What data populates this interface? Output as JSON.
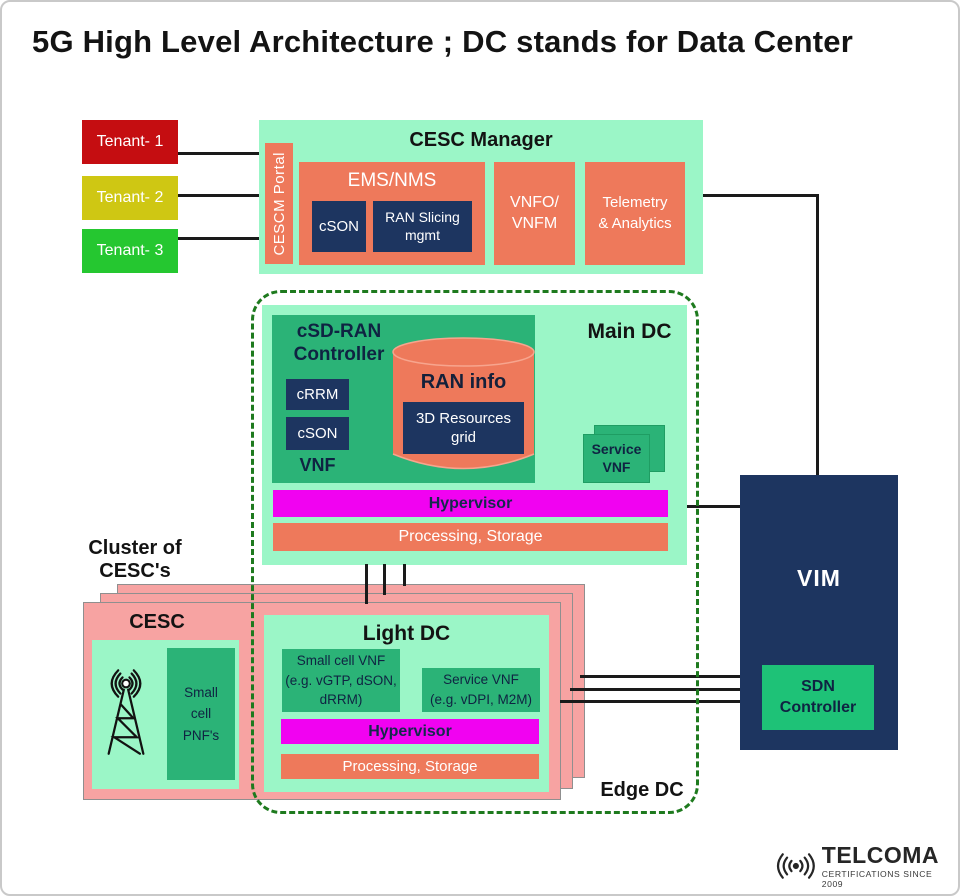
{
  "title": "5G High Level Architecture ; DC stands for Data Center",
  "colors": {
    "panel_mint": "#9bf6c7",
    "orange": "#ee795b",
    "navy": "#1d3560",
    "green": "#2bb377",
    "magenta": "#f102f1",
    "pink": "#f7a3a2",
    "tenant1_red": "#c50d11",
    "tenant2_yellow": "#cfc713",
    "tenant3_green": "#25c730",
    "dashed_border_green": "#1e7a1e"
  },
  "tenants": [
    {
      "label": "Tenant- 1"
    },
    {
      "label": "Tenant- 2"
    },
    {
      "label": "Tenant- 3"
    }
  ],
  "cesc_manager": {
    "title": "CESC Manager",
    "portal_label": "CESCM Portal",
    "ems_title": "EMS/NMS",
    "cson_label": "cSON",
    "ran_slicing_label": "RAN Slicing\nmgmt",
    "vnfo_label": "VNFO/\nVNFM",
    "telemetry_label": "Telemetry\n& Analytics"
  },
  "main_dc": {
    "label": "Main DC",
    "controller_title": "cSD-RAN\nController",
    "crrm_label": "cRRM",
    "cson_label": "cSON",
    "vnf_label": "VNF",
    "ran_info_label": "RAN info",
    "resources_label": "3D Resources\ngrid",
    "service_vnf_label": "Service\nVNF",
    "hypervisor_label": "Hypervisor",
    "processing_label": "Processing, Storage"
  },
  "cluster": {
    "label": "Cluster of\nCESC's",
    "cesc_title": "CESC",
    "pnf_label": "Small\ncell\nPNF's"
  },
  "light_dc": {
    "title": "Light DC",
    "small_cell_vnf_label": "Small cell VNF\n(e.g. vGTP, dSON,\ndRRM)",
    "service_vnf_label": "Service VNF\n(e.g. vDPI, M2M)",
    "hypervisor_label": "Hypervisor",
    "processing_label": "Processing, Storage"
  },
  "edge_dc_label": "Edge DC",
  "vim": {
    "label": "VIM",
    "sdn_label": "SDN\nController"
  },
  "logo": {
    "name": "TELCOMA",
    "tagline": "CERTIFICATIONS SINCE 2009"
  }
}
